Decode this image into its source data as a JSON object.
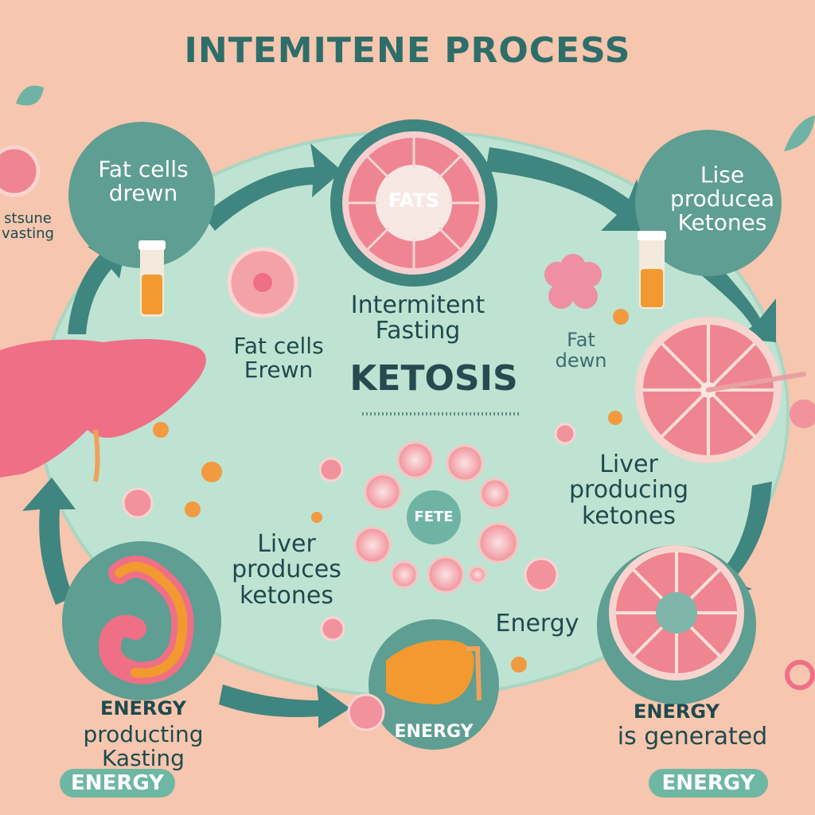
{
  "title": "INTEMITENE PROCESS",
  "labels": {
    "tl_bubble": "Fat cells drewn",
    "edge_left": "stsune vasting",
    "top_center_bubble": "FATS",
    "tr_bubble": "Lise producea Ketones",
    "center_upper": "Intermitent Fasting",
    "center_main": "KETOSIS",
    "left_mid": "Fat cells Erewn",
    "right_mid": "Fat dewn",
    "center_small_cell": "FETE",
    "right_lower": "Liver producing ketones",
    "left_lower": "Liver produces ketones",
    "energy_mid": "Energy",
    "bl_bubble_line1": "ENERGY",
    "bl_bubble_line2": "producting Kasting",
    "bottom_center_bubble": "ENERGY",
    "br_bubble_line1": "ENERGY",
    "br_bubble_line2": "is generated",
    "pill_left": "ENERGY",
    "pill_right": "ENERGY"
  },
  "colors": {
    "background": "#f6c6ae",
    "cycle_fill": "#bfe3d2",
    "bubble_teal": "#5f9e92",
    "arrow_teal": "#3f8580",
    "fat_pink": "#f28a9a",
    "liver_pink": "#ef6f86",
    "title_teal": "#2e6e6a"
  },
  "icons": [
    "liver-icon",
    "fat-cell-icon",
    "ketone-vial-icon",
    "stomach-icon",
    "grapefruit-slice-icon",
    "flower-icon"
  ]
}
